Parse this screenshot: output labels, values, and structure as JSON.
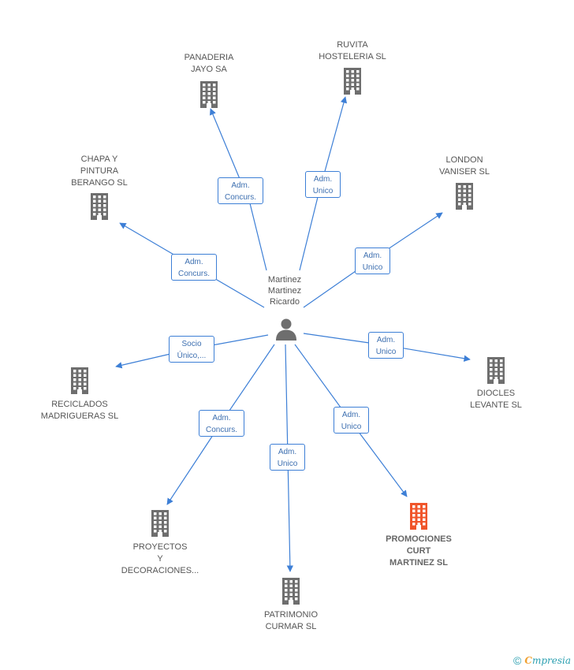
{
  "center": {
    "label": "Martinez\nMartinez\nRicardo",
    "icon": "person-icon"
  },
  "colors": {
    "edge": "#3d7fd6",
    "building": "#6e6e6e",
    "highlight": "#f0552a"
  },
  "nodes": [
    {
      "id": "panaderia",
      "label": "PANADERIA\nJAYO SA",
      "relation": "Adm.\nConcurs."
    },
    {
      "id": "ruvita",
      "label": "RUVITA\nHOSTELERIA  SL",
      "relation": "Adm.\nUnico"
    },
    {
      "id": "chapa",
      "label": "CHAPA Y\nPINTURA\nBERANGO SL",
      "relation": "Adm.\nConcurs."
    },
    {
      "id": "london",
      "label": "LONDON\nVANISER SL",
      "relation": "Adm.\nUnico"
    },
    {
      "id": "reciclados",
      "label": "RECICLADOS\nMADRIGUERAS SL",
      "relation": "Socio\nÚnico,..."
    },
    {
      "id": "diocles",
      "label": "DIOCLES\nLEVANTE SL",
      "relation": "Adm.\nUnico"
    },
    {
      "id": "proyectos",
      "label": "PROYECTOS\nY\nDECORACIONES...",
      "relation": "Adm.\nConcurs."
    },
    {
      "id": "patrimonio",
      "label": "PATRIMONIO\nCURMAR  SL",
      "relation": "Adm.\nUnico"
    },
    {
      "id": "promociones",
      "label": "PROMOCIONES\nCURT\nMARTINEZ SL",
      "relation": "Adm.\nUnico",
      "highlight": true
    }
  ],
  "footer": {
    "copyright": "©",
    "brand_first": "C",
    "brand_rest": "mpresia"
  }
}
